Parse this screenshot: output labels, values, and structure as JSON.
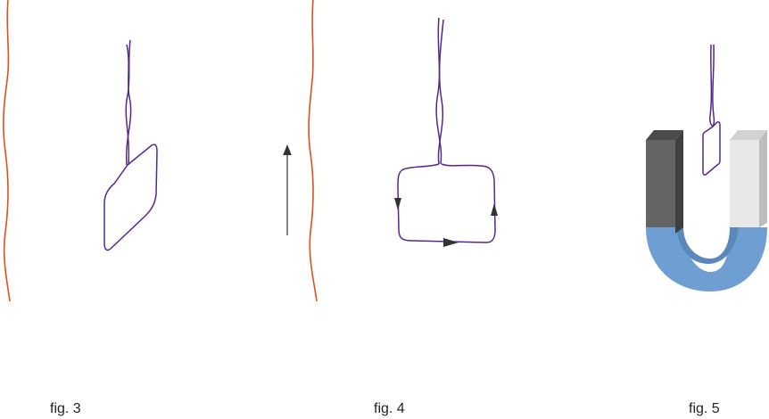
{
  "figures": [
    {
      "caption": "fig. 3"
    },
    {
      "caption": "fig. 4"
    },
    {
      "caption": "fig. 5"
    }
  ],
  "colors": {
    "wire": "#55288c",
    "boundary": "#e0501c",
    "arrow": "#333333",
    "magnet_pole_dark": "#646464",
    "magnet_pole_light": "#e8e8e8",
    "magnet_base": "#6f9fd2"
  }
}
